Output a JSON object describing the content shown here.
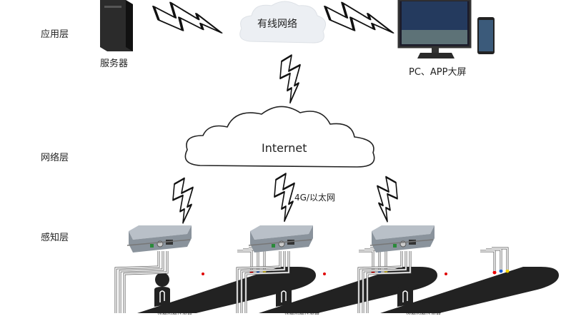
{
  "layers": {
    "application": "应用层",
    "network": "网络层",
    "perception": "感知层"
  },
  "nodes": {
    "server": "服务器",
    "wired_network": "有线网络",
    "display": "PC、APP大屏",
    "internet": "Internet",
    "link": "4G/以太网",
    "sensor": "梯速测速传感器"
  }
}
